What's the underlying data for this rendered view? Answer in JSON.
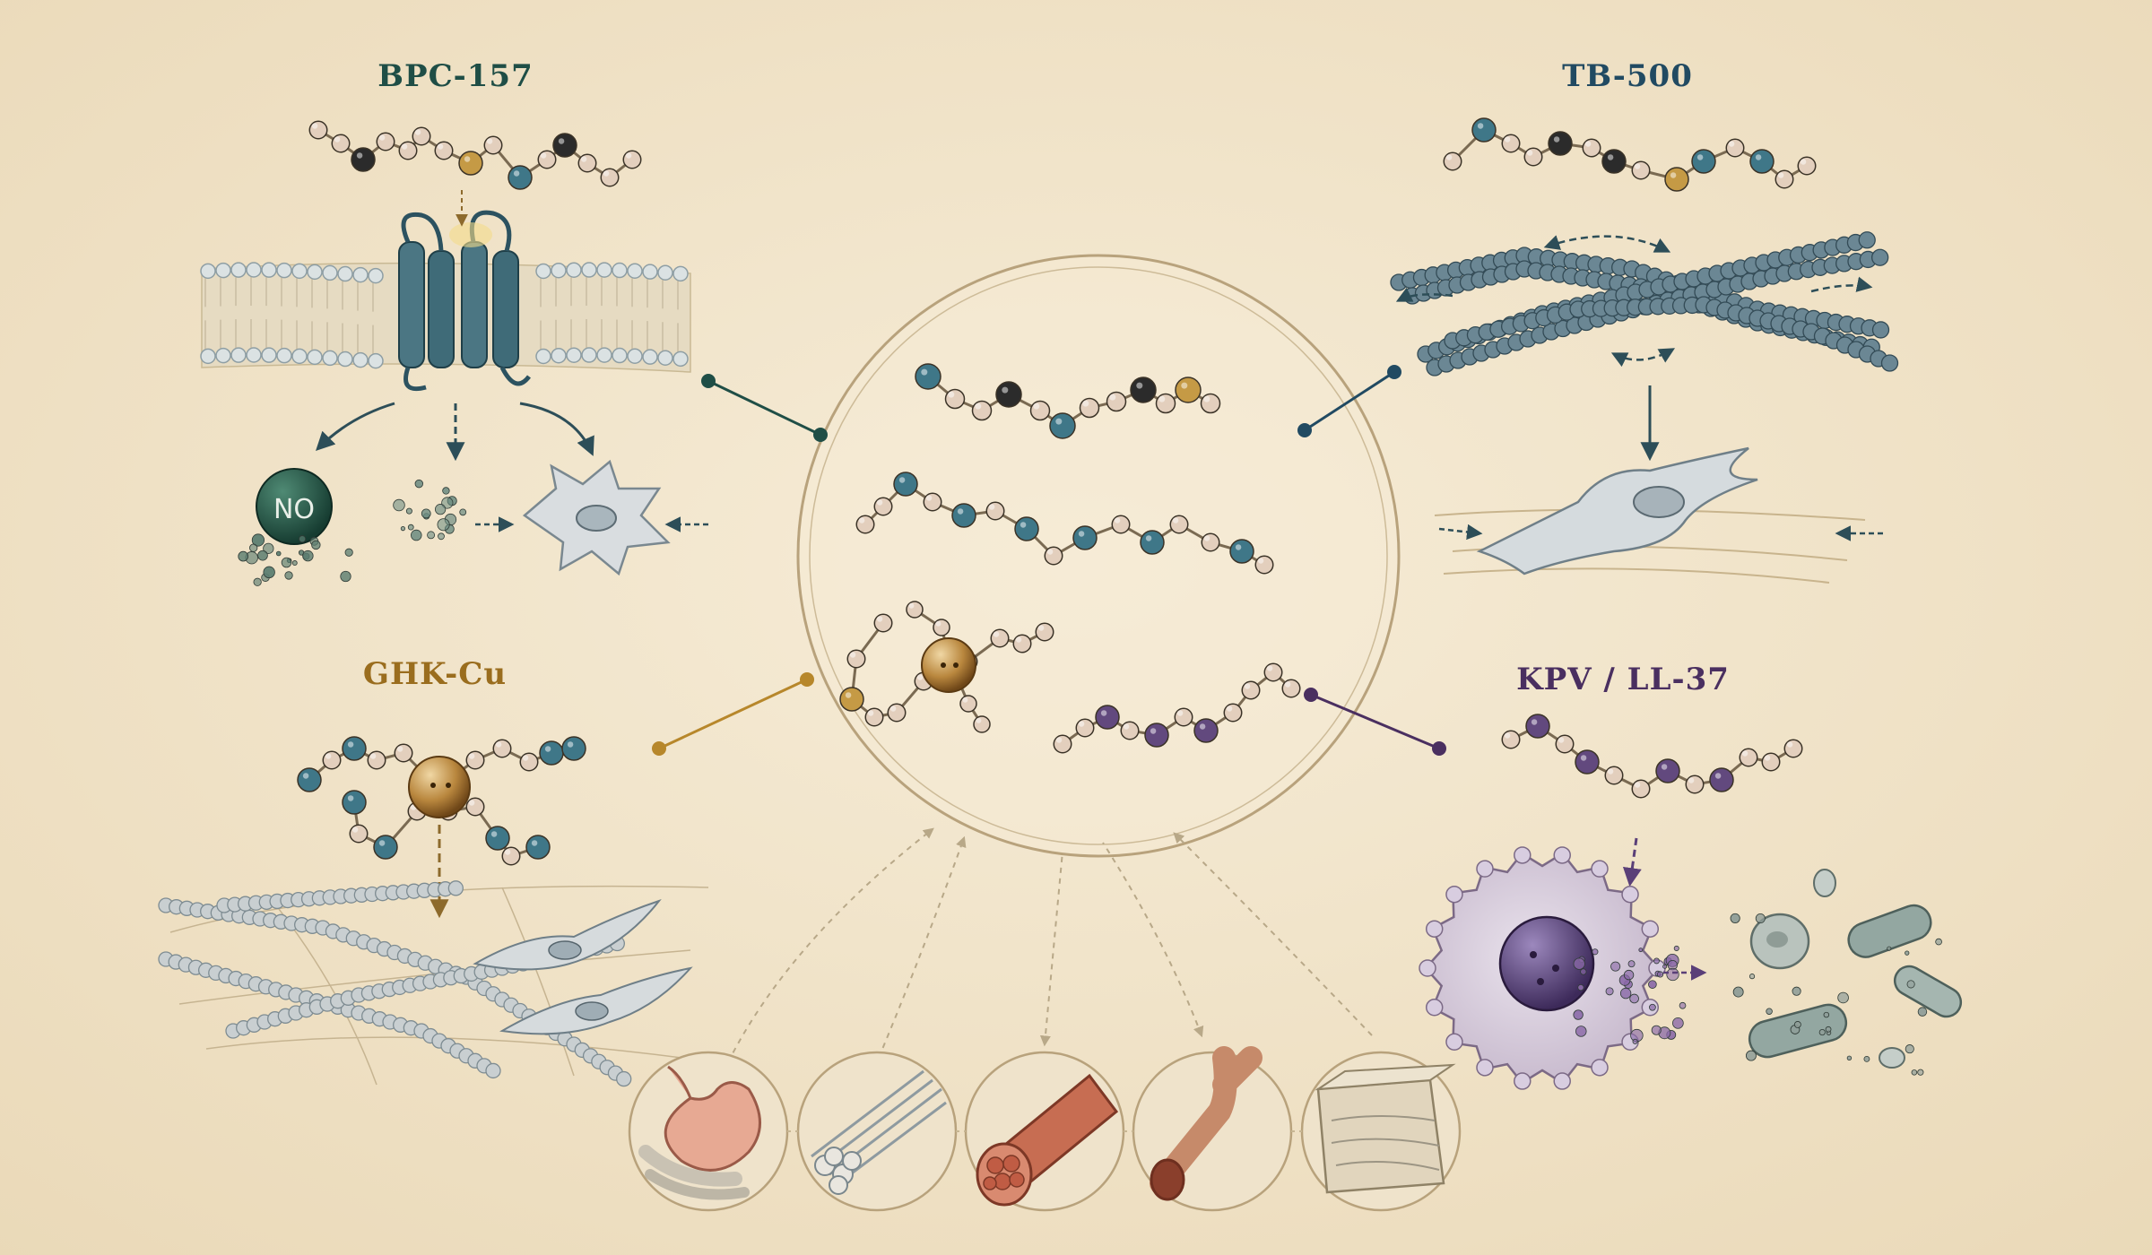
{
  "labels": {
    "bpc": "BPC-157",
    "tb": "TB-500",
    "ghk": "GHK-Cu",
    "kpv": "KPV / LL-37",
    "no": "NO"
  },
  "colors": {
    "background": "#f3e7cf",
    "bpc": "#1f4e46",
    "tb": "#214a62",
    "ghk": "#9a6d1e",
    "kpv": "#4a2f60",
    "atom_teal": "#3f7788",
    "atom_dark": "#2b2b2b",
    "atom_light": "#e3cfbd",
    "atom_gold": "#c59a45",
    "atom_purple": "#62497e",
    "copper": "#9b6a2c"
  },
  "icons": [
    "stomach-icon",
    "tendon-icon",
    "muscle-icon",
    "blood-vessel-icon",
    "skin-icon"
  ]
}
